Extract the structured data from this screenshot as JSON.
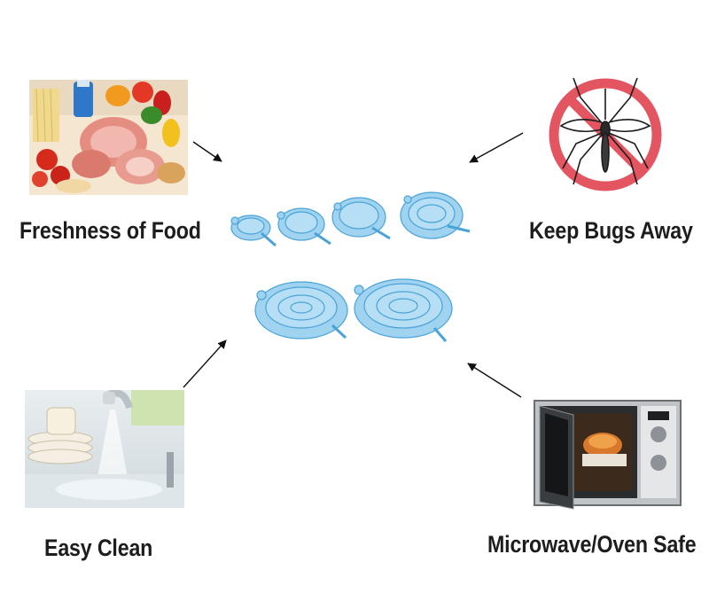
{
  "features": [
    {
      "label": "Freshness of Food",
      "icon": "food-photo"
    },
    {
      "label": "Keep Bugs Away",
      "icon": "no-mosquito-icon"
    },
    {
      "label": "Easy Clean",
      "icon": "sink-photo"
    },
    {
      "label": "Microwave/Oven Safe",
      "icon": "microwave-photo"
    }
  ],
  "product": {
    "icon": "silicone-lids-icon",
    "count": 6,
    "color": "#5fb6e6"
  },
  "colors": {
    "text": "#1d1d1d",
    "arrow": "#111111",
    "ban": "#e35561",
    "lid": "#5fb6e6"
  }
}
